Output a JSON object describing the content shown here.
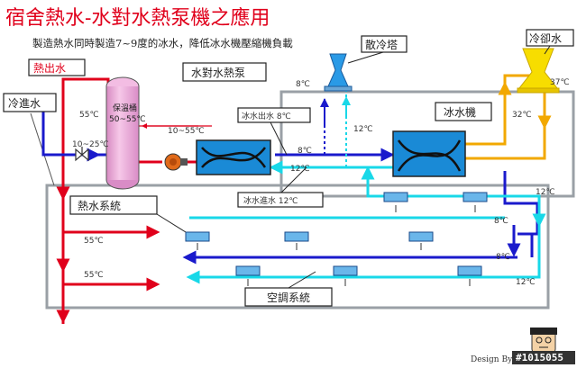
{
  "title": "宿舍熱水-水對水熱泵機之應用",
  "subtitle": "製造熱水同時製造7~9度的冰水，降低冰水機壓縮機負載",
  "labels": {
    "hot_out": "熱出水",
    "cold_in": "冷進水",
    "heat_pump": "水對水熱泵",
    "cooling_tower": "散冷塔",
    "chilled_tower": "冷卻水",
    "chiller": "冰水機",
    "hot_system": "熱水系統",
    "ac_system": "空調系統",
    "chilled_out": "冰水出水 8℃",
    "chilled_in": "冰水進水 12℃",
    "tank_name": "保溫桶",
    "tank_temp": "50~55℃"
  },
  "temps": {
    "t55_tank": "55℃",
    "t10_25": "10~25℃",
    "t10_55": "10~55℃",
    "t8_top": "8℃",
    "t12_mid": "12℃",
    "t8_hp": "8℃",
    "t12_hp": "12℃",
    "t32": "32℃",
    "t37": "37℃",
    "t12_r1": "12℃",
    "t8_r1": "8℃",
    "t8_r2": "8℃",
    "t12_r2": "12℃",
    "t55_a": "55℃",
    "t55_b": "55℃"
  },
  "credit": "Design By M",
  "watermark": "#1015055",
  "colors": {
    "title": "#e0001b",
    "hot_pipe": "#e0001b",
    "cold_pipe": "#1a1acc",
    "chilled_pipe": "#18d8e8",
    "cond_pipe": "#f2a800",
    "tank": "#f0b4de",
    "exchanger": "#1a8ad6",
    "tower_blue": "#2a9ae6",
    "tower_yellow": "#f7dd00"
  }
}
